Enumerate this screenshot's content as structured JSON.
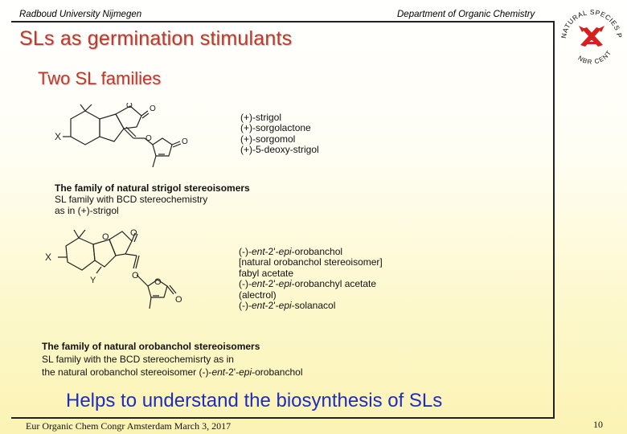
{
  "header": {
    "left": "Radboud University Nijmegen",
    "right": "Department of Organic Chemistry"
  },
  "title": "SLs as germination stimulants",
  "subtitle": "Two SL families",
  "strigol_family": {
    "compounds": [
      "(+)-strigol",
      "(+)-sorgolactone",
      "(+)-sorgomol",
      "(+)-5-deoxy-strigol"
    ],
    "struct_labels": {
      "x": "X",
      "o1": "O",
      "o2": "O",
      "o3": "O",
      "o4": "O"
    },
    "description_title": "The family of natural strigol stereoisomers",
    "description_lines": [
      "SL family with BCD stereochemistry",
      "as in (+)-strigol"
    ]
  },
  "orobanchol_family": {
    "compounds": [
      {
        "pre": "(-)-",
        "ital": "ent",
        "mid": "-2'-",
        "ital2": "epi",
        "post": "-orobanchol"
      },
      {
        "pre": "[natural orobanchol stereoisomer]",
        "ital": "",
        "mid": "",
        "ital2": "",
        "post": ""
      },
      {
        "pre": "fabyl acetate",
        "ital": "",
        "mid": "",
        "ital2": "",
        "post": ""
      },
      {
        "pre": "(-)-",
        "ital": "ent",
        "mid": "-2'-",
        "ital2": "epi",
        "post": "-orobanchyl acetate"
      },
      {
        "pre": "(alectrol)",
        "ital": "",
        "mid": "",
        "ital2": "",
        "post": ""
      },
      {
        "pre": "(-)-",
        "ital": "ent",
        "mid": "-2'-",
        "ital2": "epi",
        "post": "-solanacol"
      }
    ],
    "struct_labels": {
      "x": "X",
      "y": "Y",
      "o1": "O",
      "o2": "O",
      "o3": "O",
      "o4": "O",
      "o5": "O"
    },
    "description_title": "The family of natural orobanchol stereoisomers",
    "description_line1": "SL family with the BCD stereochemisrty as in",
    "description_line2": {
      "pre": "the natural orobanchol stereoisomer (-)-",
      "ital": "ent",
      "mid": "-2'-",
      "ital2": "epi",
      "post": "-orobanchol"
    }
  },
  "conclusion": "Helps to understand the biosynthesis of SLs",
  "footer": "Eur Organic Chem Congr Amsterdam  March 3, 2017",
  "page_number": "10",
  "logo": {
    "arc_text": "NATURAL SPECIES  PATHOGENIC",
    "bottom_text": "NBR CENTER",
    "icon": "crossed-arrows-emblem"
  },
  "colors": {
    "title": "#c0392b",
    "conclusion": "#1f2dbf",
    "logo_red": "#d62020"
  }
}
